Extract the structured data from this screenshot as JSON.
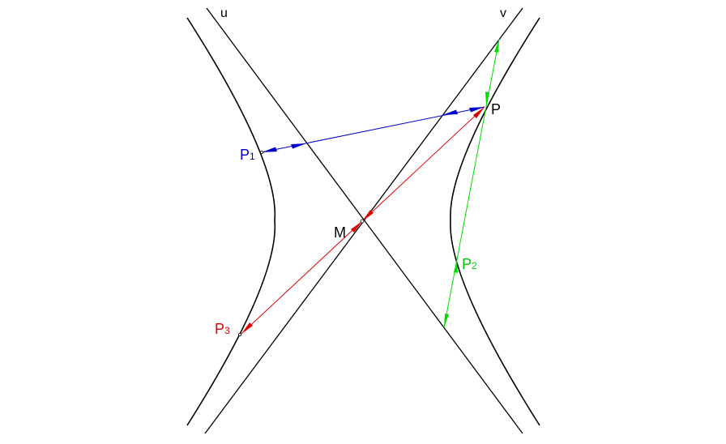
{
  "labels": {
    "u": "u",
    "v": "v",
    "P": "P",
    "M": "M",
    "P1": {
      "base": "P",
      "sub": "1"
    },
    "P2": {
      "base": "P",
      "sub": "2"
    },
    "P3": {
      "base": "P",
      "sub": "3"
    }
  },
  "colors": {
    "curve": "#000000",
    "asymptote": "#000000",
    "p1_segment": "#0000cc",
    "p2_segment": "#00dd00",
    "p3_segment": "#dd0000",
    "text": "#000000"
  }
}
